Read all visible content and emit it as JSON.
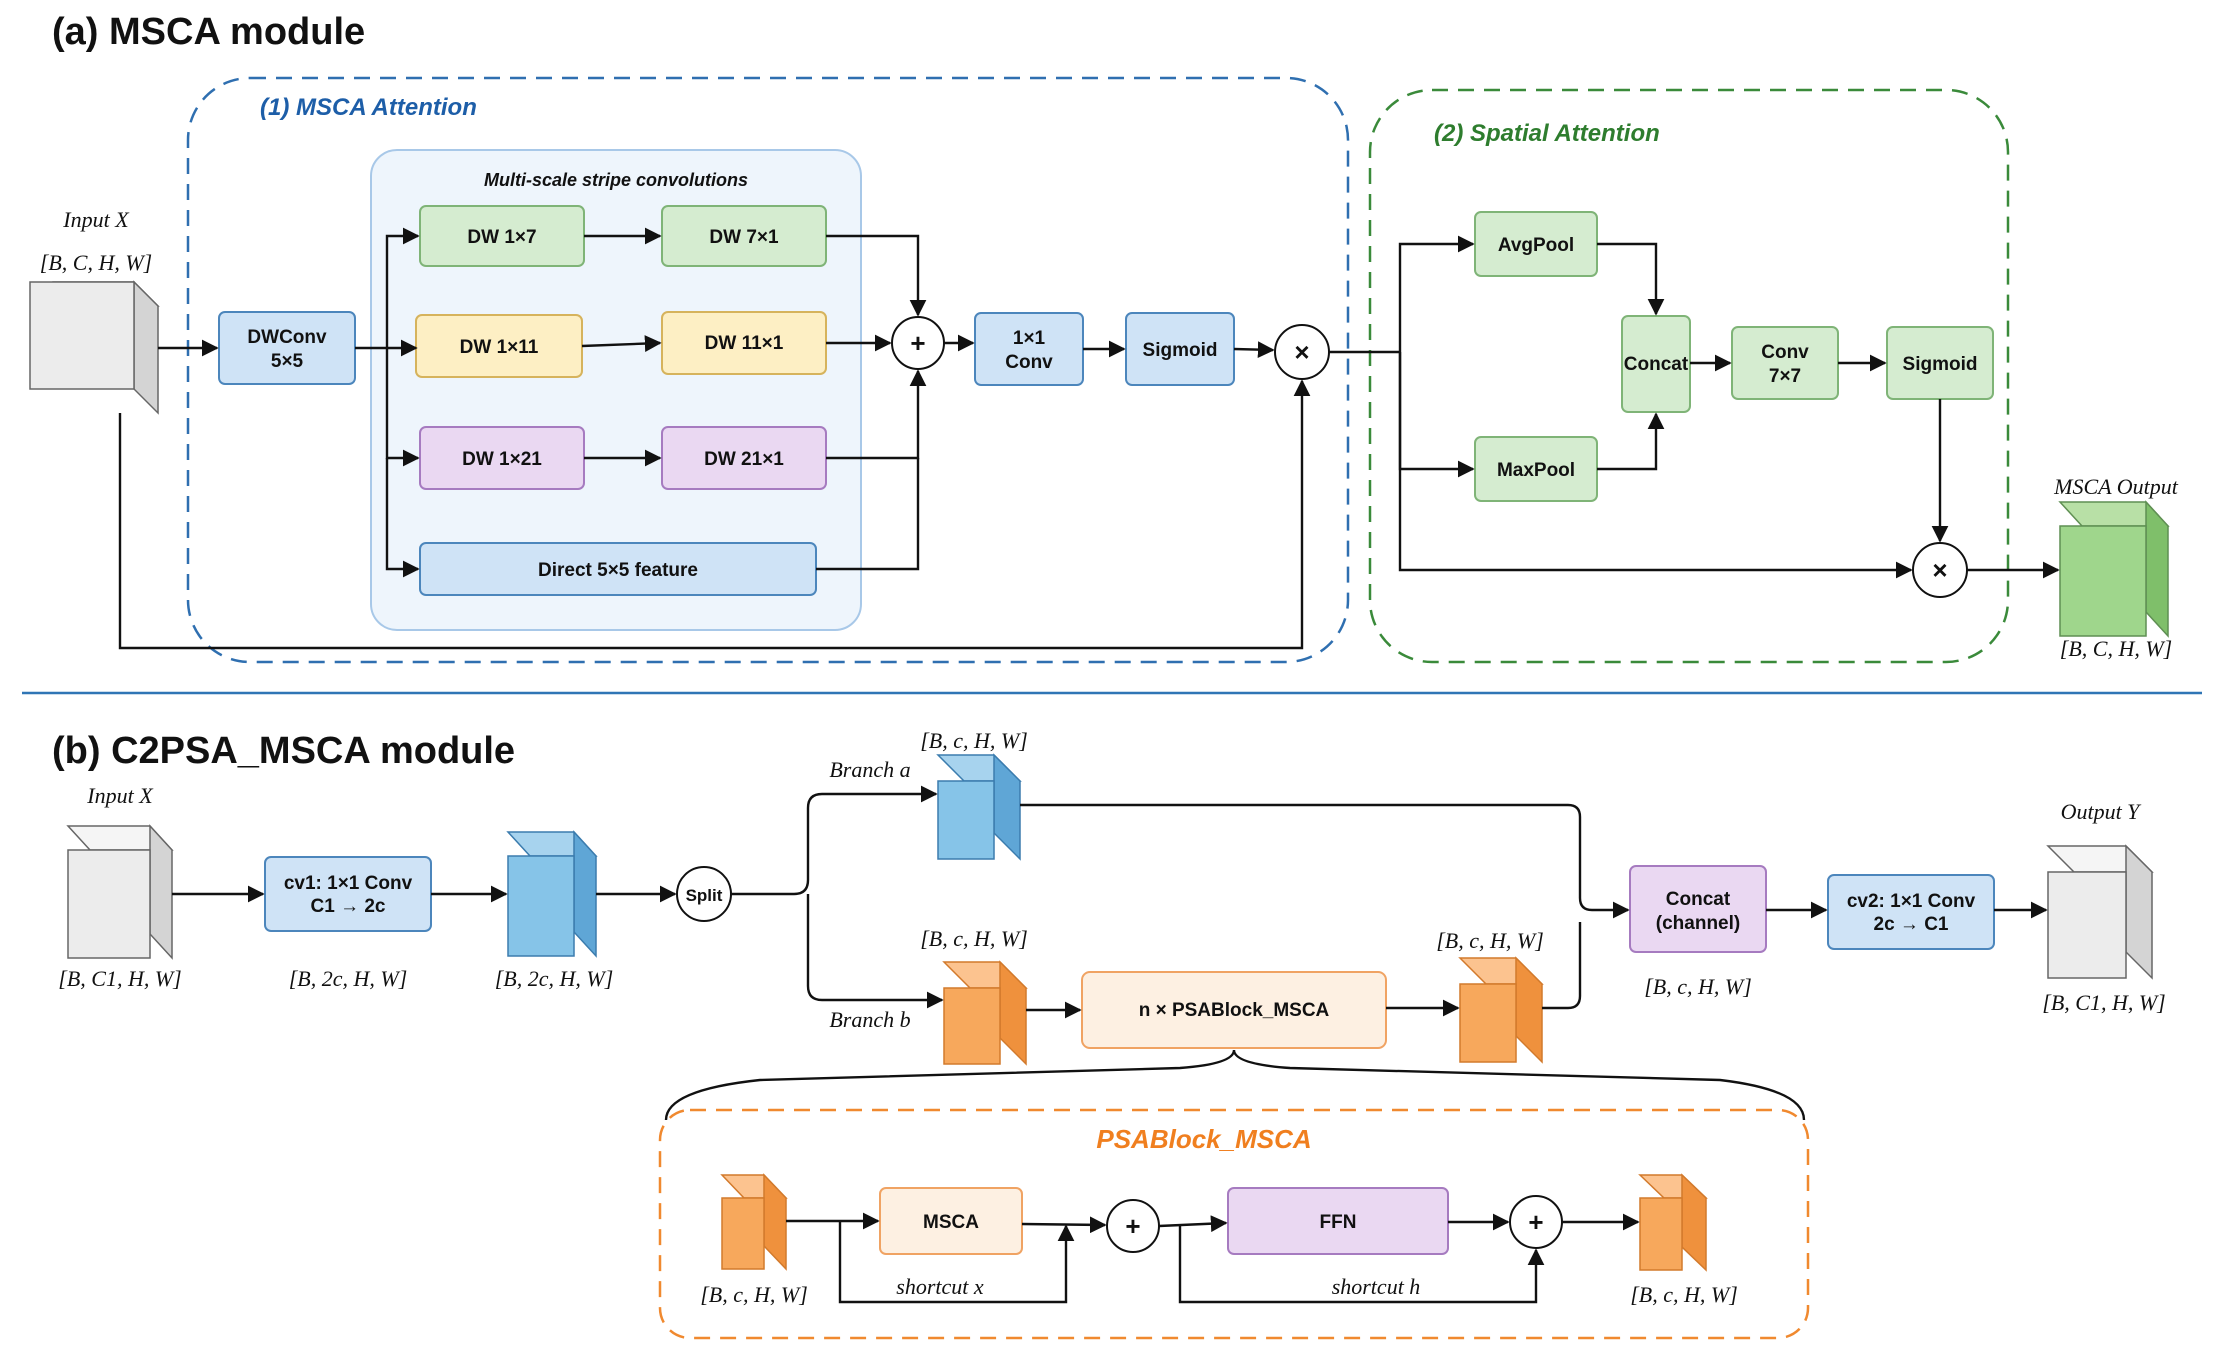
{
  "colors": {
    "blue": "#cfe3f6",
    "blue_stroke": "#4c86bc",
    "green": "#d5ecd0",
    "green_stroke": "#7fb477",
    "yellow": "#fdefc4",
    "yellow_stroke": "#d6b35c",
    "purple": "#ead8f2",
    "purple_stroke": "#a67bc0",
    "orange_light": "#fdf0e2",
    "orange_stroke": "#f0a363",
    "gray": "#e8e8e8",
    "dash_blue": "#2f6fb0",
    "dash_green": "#3a8a3a",
    "dash_orange": "#f0892f",
    "separator": "#2f75b5"
  },
  "panel_a": {
    "title": "(a) MSCA module",
    "input_label": "Input X",
    "input_shape": "[B, C, H, W]",
    "msca_attention_label": "(1) MSCA Attention",
    "spatial_attention_label": "(2) Spatial Attention",
    "stripe_group_label": "Multi-scale stripe convolutions",
    "dwconv": [
      "DWConv",
      "5×5"
    ],
    "dw1x7": "DW 1×7",
    "dw7x1": "DW 7×1",
    "dw1x11": "DW 1×11",
    "dw11x1": "DW 11×1",
    "dw1x21": "DW 1×21",
    "dw21x1": "DW 21×1",
    "direct": "Direct 5×5 feature",
    "plus": "+",
    "conv1x1": [
      "1×1",
      "Conv"
    ],
    "sigmoid": "Sigmoid",
    "times": "×",
    "avgpool": "AvgPool",
    "maxpool": "MaxPool",
    "concat": "Concat",
    "conv7x7": [
      "Conv",
      "7×7"
    ],
    "sigmoid2": "Sigmoid",
    "output_label": "MSCA Output",
    "output_shape": "[B, C, H, W]"
  },
  "panel_b": {
    "title": "(b) C2PSA_MSCA module",
    "input_label": "Input X",
    "input_shape": "[B, C1, H, W]",
    "cv1": [
      "cv1: 1×1 Conv",
      "C1 → 2c"
    ],
    "cv1_shape": "[B, 2c, H, W]",
    "blue_cube_shape": "[B, 2c, H, W]",
    "split": "Split",
    "branch_a": "Branch a",
    "branch_a_shape": "[B, c, H, W]",
    "branch_b": "Branch b",
    "branch_b_shape": "[B, c, H, W]",
    "psablock": "n × PSABlock_MSCA",
    "psablock_out_shape": "[B, c, H, W]",
    "concat": [
      "Concat",
      "(channel)"
    ],
    "concat_shape": "[B, c, H, W]",
    "cv2": [
      "cv2: 1×1 Conv",
      "2c → C1"
    ],
    "output_label": "Output Y",
    "output_shape": "[B, C1, H, W]",
    "inset_title": "PSABlock_MSCA",
    "inset_in_shape": "[B, c, H, W]",
    "inset_msca": "MSCA",
    "inset_plus1": "+",
    "inset_ffn": "FFN",
    "inset_plus2": "+",
    "shortcut_x": "shortcut x",
    "shortcut_h": "shortcut h",
    "inset_out_shape": "[B, c, H, W]"
  }
}
